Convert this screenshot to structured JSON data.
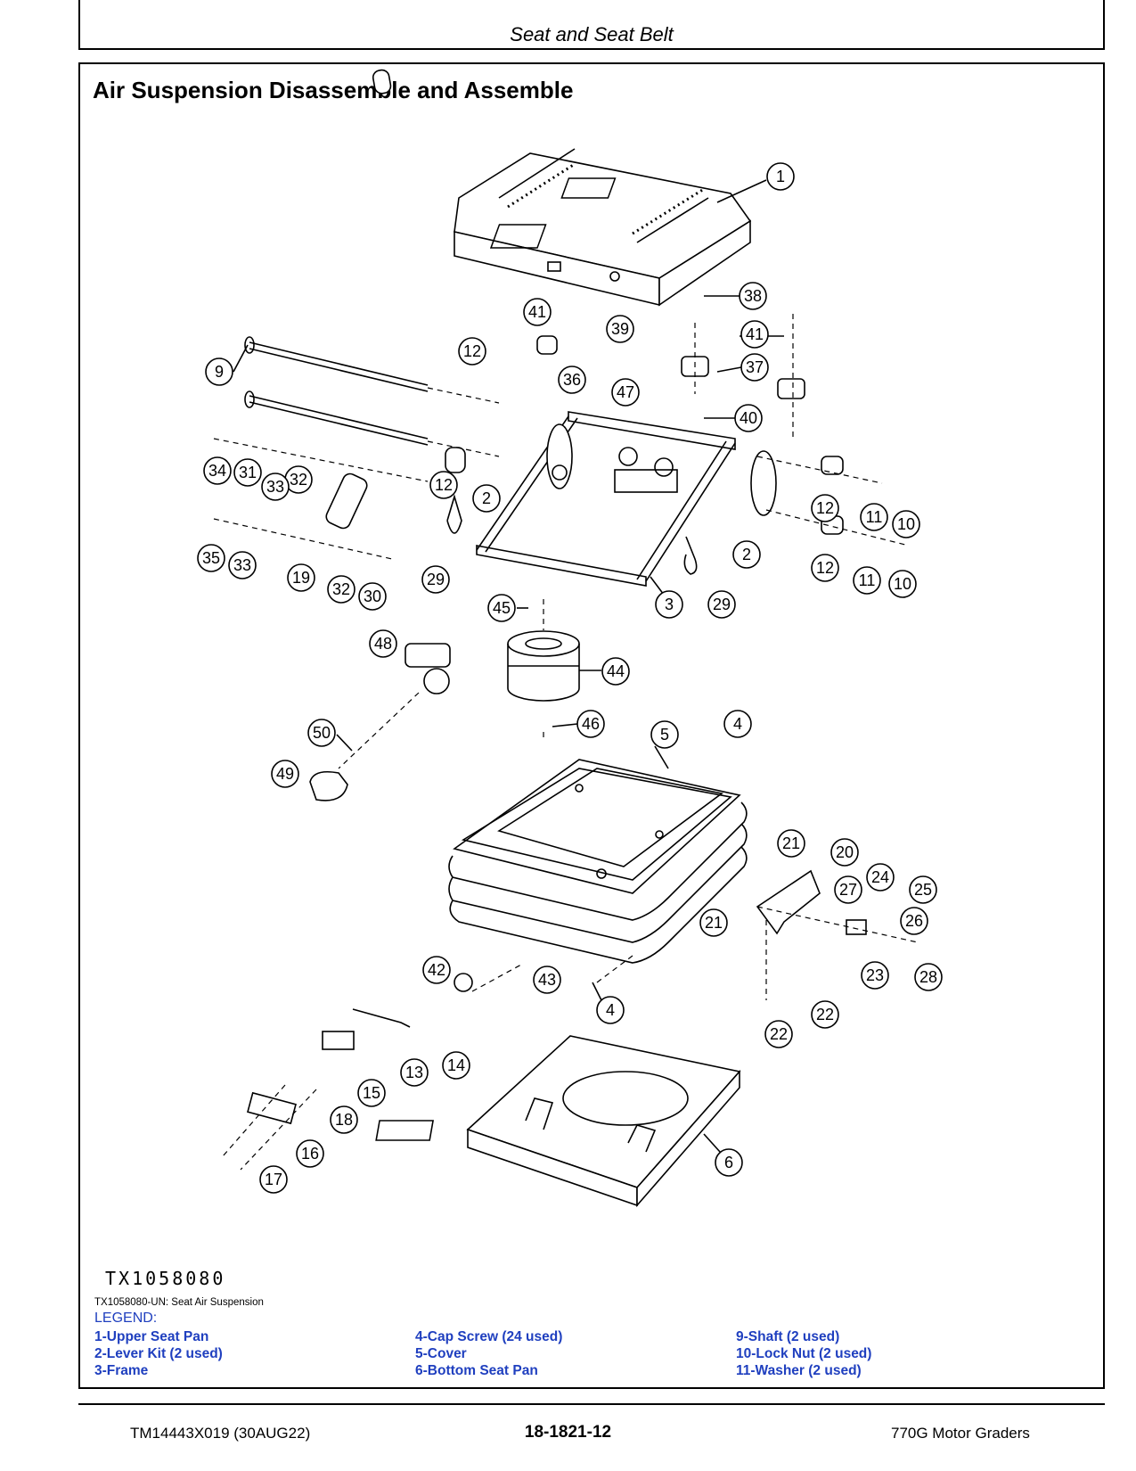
{
  "header": {
    "title": "Seat and Seat Belt"
  },
  "section": {
    "title": "Air Suspension Disassemble and Assemble"
  },
  "figure": {
    "id": "TX1058080",
    "caption": "TX1058080-UN: Seat Air Suspension",
    "callouts": [
      "1",
      "2",
      "2",
      "3",
      "4",
      "4",
      "5",
      "6",
      "9",
      "10",
      "10",
      "11",
      "11",
      "12",
      "12",
      "12",
      "12",
      "13",
      "14",
      "15",
      "16",
      "17",
      "18",
      "19",
      "20",
      "21",
      "21",
      "22",
      "22",
      "23",
      "24",
      "25",
      "26",
      "27",
      "28",
      "29",
      "29",
      "30",
      "31",
      "32",
      "32",
      "33",
      "33",
      "34",
      "35",
      "36",
      "37",
      "38",
      "39",
      "40",
      "41",
      "41",
      "42",
      "43",
      "44",
      "45",
      "46",
      "47",
      "48",
      "49",
      "50"
    ]
  },
  "legend": {
    "title": "LEGEND:",
    "col1": [
      "1-Upper Seat Pan",
      "2-Lever Kit (2 used)",
      "3-Frame"
    ],
    "col2": [
      "4-Cap Screw (24 used)",
      "5-Cover",
      "6-Bottom Seat Pan"
    ],
    "col3": [
      "9-Shaft (2 used)",
      "10-Lock Nut (2 used)",
      "11-Washer (2 used)"
    ]
  },
  "footer": {
    "doc_id": "TM14443X019 (30AUG22)",
    "page": "18-1821-12",
    "product": "770G Motor Graders"
  },
  "colors": {
    "legend": "#1f3fbf",
    "line": "#000000"
  }
}
